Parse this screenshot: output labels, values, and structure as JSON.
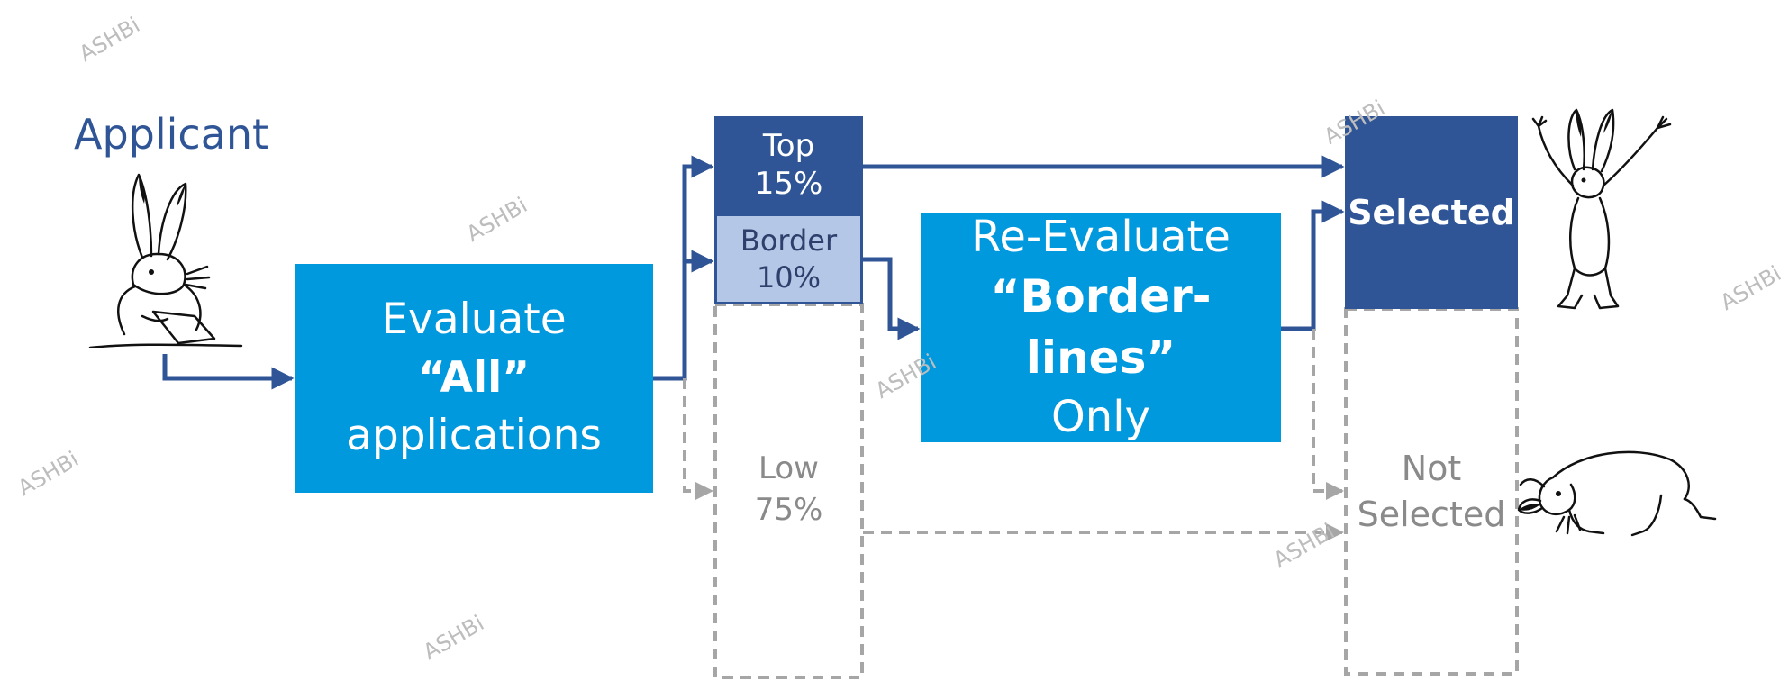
{
  "applicant_label": "Applicant",
  "evaluate": {
    "line1": "Evaluate",
    "line2": "“All”",
    "line3": "applications"
  },
  "tiers": {
    "top": {
      "line1": "Top",
      "line2": "15%"
    },
    "border": {
      "line1": "Border",
      "line2": "10%"
    },
    "low": {
      "line1": "Low",
      "line2": "75%"
    }
  },
  "reevaluate": {
    "line1": "Re-Evaluate",
    "line2": "“Border-lines”",
    "line3": "Only"
  },
  "outcomes": {
    "selected": "Selected",
    "not_selected": {
      "line1": "Not",
      "line2": "Selected"
    }
  },
  "watermark": "ASHBi",
  "colors": {
    "dark_blue": "#2f5597",
    "bright_blue": "#0099dd",
    "light_blue": "#b4c7e7",
    "gray_dashed": "#a6a6a6"
  },
  "icons": [
    "rabbit-writing-icon",
    "rabbit-cheering-icon",
    "rabbit-crouching-icon"
  ]
}
